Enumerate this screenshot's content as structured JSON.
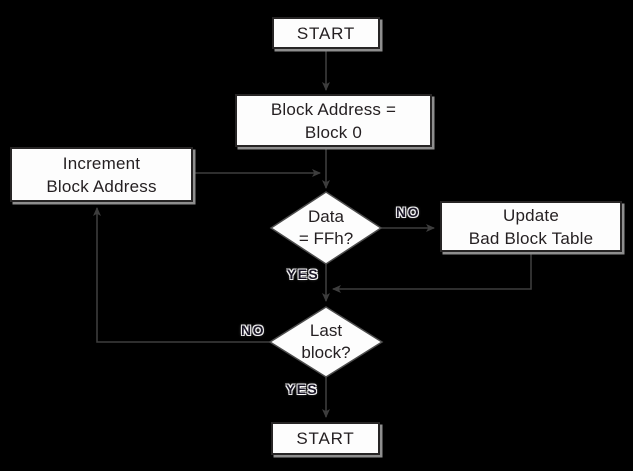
{
  "diagram": {
    "title": "bad-block-scan-flowchart",
    "colors": {
      "background": "#000000",
      "box_fill": "#fdfdfd",
      "box_border": "#272525",
      "box_shadow": "#8e8e8e",
      "line": "#3d3d3d",
      "text": "#241f21"
    },
    "nodes": {
      "start_top": {
        "label": "START"
      },
      "block0": {
        "label": "Block Address =\nBlock 0"
      },
      "increment": {
        "label": "Increment\nBlock Address"
      },
      "data_ffh": {
        "label": "Data\n= FFh?"
      },
      "update": {
        "label": "Update\nBad Block Table"
      },
      "last_block": {
        "label": "Last\nblock?"
      },
      "start_bottom": {
        "label": "START"
      }
    },
    "edge_labels": {
      "data_no": "NO",
      "data_yes": "YES",
      "last_no": "NO",
      "last_yes": "YES"
    }
  }
}
